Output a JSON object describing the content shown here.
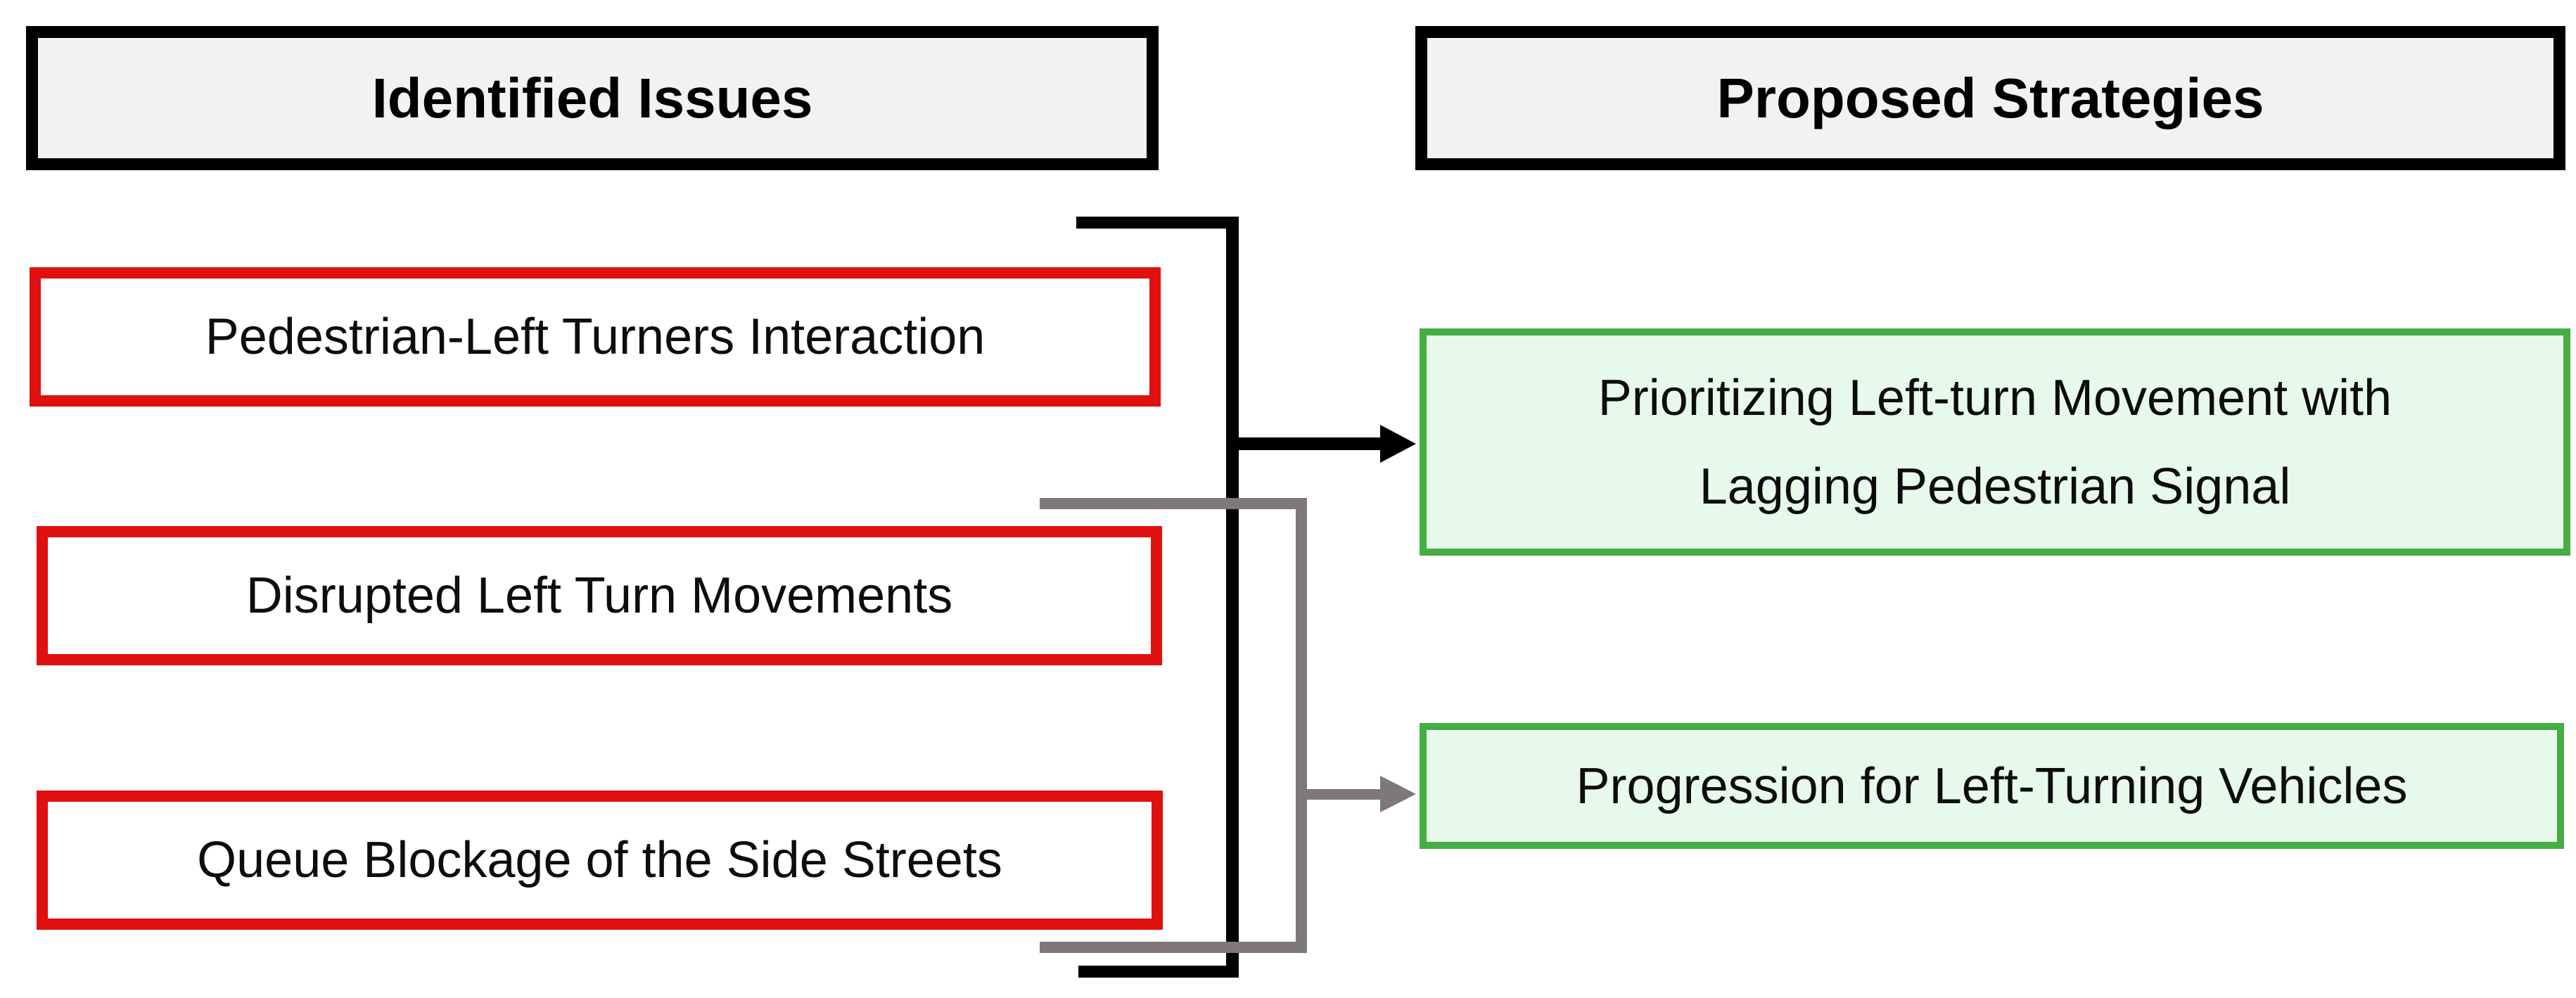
{
  "diagram": {
    "issues": {
      "header": "Identified Issues",
      "items": [
        "Pedestrian-Left Turners Interaction",
        "Disrupted Left Turn Movements",
        "Queue Blockage of the Side Streets"
      ]
    },
    "strategies": {
      "header": "Proposed Strategies",
      "items": [
        {
          "line1": "Prioritizing Left-turn Movement with",
          "line2": "Lagging Pedestrian Signal"
        },
        {
          "line1": "Progression for Left-Turning Vehicles"
        }
      ]
    }
  },
  "colors": {
    "ink": "#0d0d0d",
    "header-fill": "#f2f2f2",
    "red": "#e01010",
    "green-border": "#44ad44",
    "green-fill": "#e7f9eb",
    "gray": "#7e7878"
  }
}
